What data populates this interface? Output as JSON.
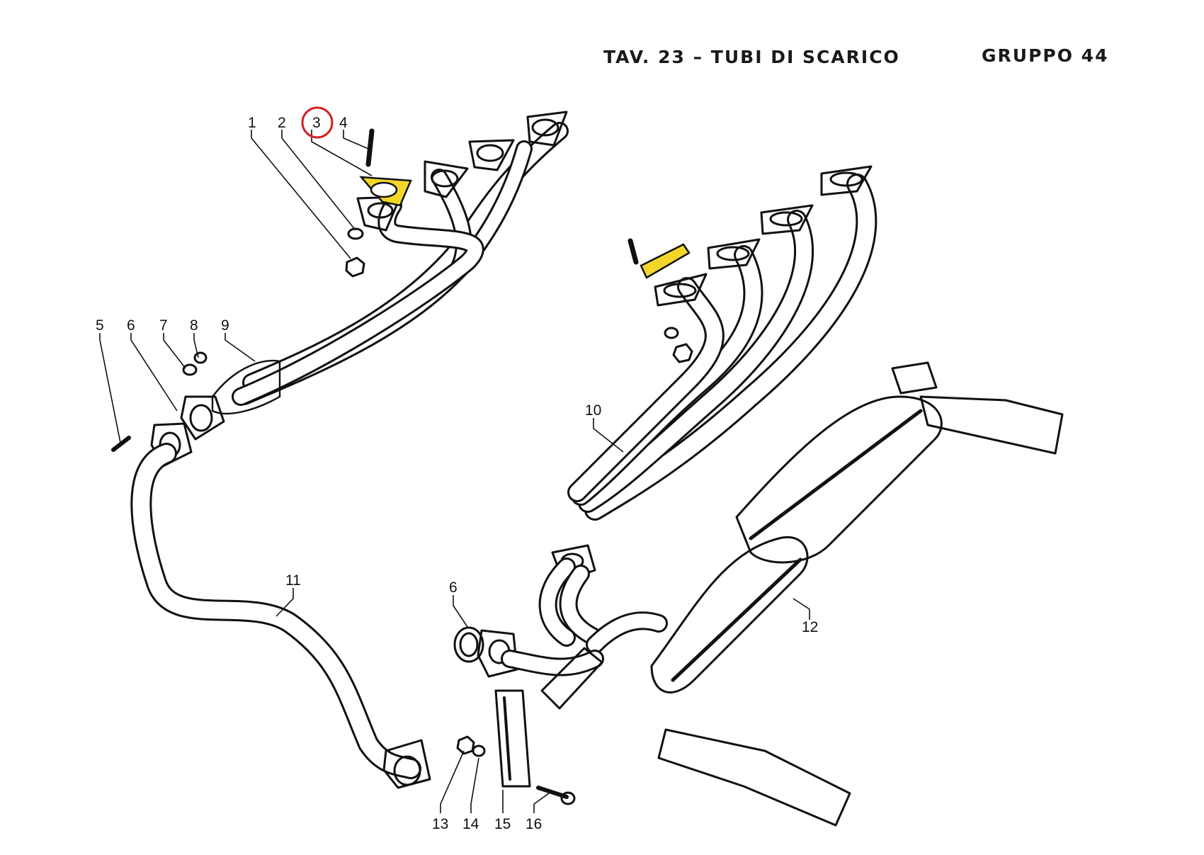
{
  "header": {
    "title": "TAV. 23 – TUBI DI SCARICO",
    "group": "GRUPPO 44"
  },
  "highlight": {
    "part": "3",
    "circle_color": "#d62020",
    "gasket_fill": "#f2d72a"
  },
  "callouts": [
    "1",
    "2",
    "3",
    "4",
    "5",
    "6",
    "7",
    "8",
    "9",
    "10",
    "11",
    "12",
    "6",
    "13",
    "14",
    "15",
    "16"
  ]
}
